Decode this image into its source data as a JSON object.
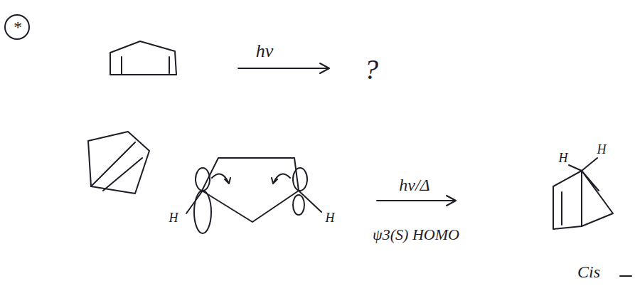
{
  "diagram": {
    "labels": [
      "*",
      "hν",
      "?",
      "H",
      "H",
      "hν/Δ",
      "ψ3(S) HOMO",
      "H",
      "H",
      "Cis"
    ]
  }
}
